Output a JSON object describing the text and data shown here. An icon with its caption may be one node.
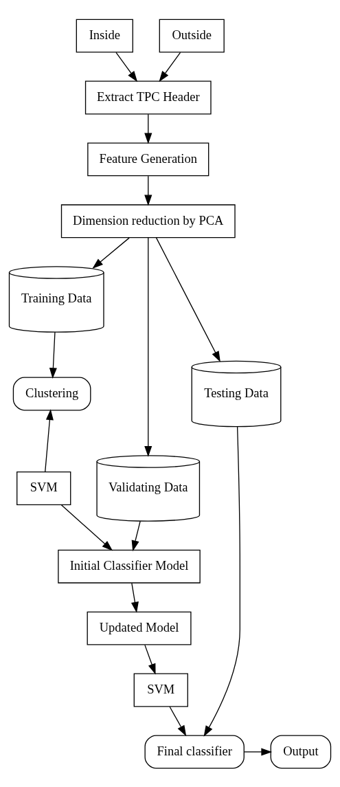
{
  "diagram": {
    "nodes": [
      {
        "text": [
          "Inside"
        ]
      },
      {
        "text": [
          "Outside"
        ]
      },
      {
        "text": [
          "Extract TPC Header"
        ]
      },
      {
        "text": [
          "Feature Generation"
        ]
      },
      {
        "text": [
          "Dimension reduction by PCA"
        ]
      },
      {
        "text": [
          "Training Data"
        ]
      },
      {
        "text": [
          "Validating Data"
        ]
      },
      {
        "text": [
          "Testing Data"
        ]
      },
      {
        "text": [
          "Clustering"
        ]
      },
      {
        "text": [
          "SVM"
        ]
      },
      {
        "text": [
          "Initial Classifier Model"
        ]
      },
      {
        "text": [
          "Updated Model"
        ]
      },
      {
        "text": [
          "SVM"
        ]
      },
      {
        "text": [
          "Final classifier"
        ]
      },
      {
        "text": [
          "Output"
        ]
      }
    ],
    "edges": [
      {
        "from": 0,
        "to": 2,
        "arrow": "to"
      },
      {
        "from": 1,
        "to": 2,
        "arrow": "to"
      },
      {
        "from": 2,
        "to": 3,
        "arrow": "to"
      },
      {
        "from": 3,
        "to": 4,
        "arrow": "to"
      },
      {
        "from": 4,
        "to": 5,
        "arrow": "to"
      },
      {
        "from": 4,
        "to": 6,
        "arrow": "to"
      },
      {
        "from": 4,
        "to": 7,
        "arrow": "to"
      },
      {
        "from": 5,
        "to": 8,
        "arrow": "to"
      },
      {
        "from": 9,
        "to": 8,
        "arrow": "to"
      },
      {
        "from": 9,
        "to": 10,
        "arrow": "to"
      },
      {
        "from": 6,
        "to": 10,
        "arrow": "to"
      },
      {
        "from": 10,
        "to": 11,
        "arrow": "to"
      },
      {
        "from": 11,
        "to": 12,
        "arrow": "to"
      },
      {
        "from": 12,
        "to": 13,
        "arrow": "to"
      },
      {
        "from": 7,
        "to": 13,
        "arrow": "to"
      },
      {
        "from": 13,
        "to": 14,
        "arrow": "to"
      }
    ]
  }
}
